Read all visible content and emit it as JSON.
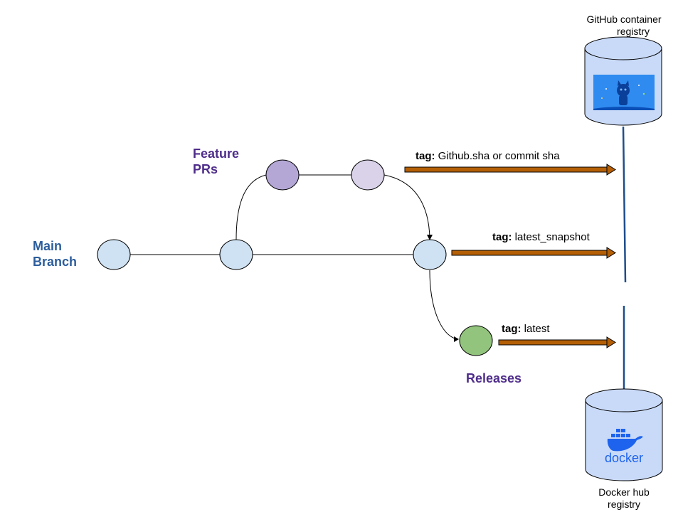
{
  "colors": {
    "main_node": "#cfe2f3",
    "feature_node_1": "#b4a7d6",
    "feature_node_2": "#d9d2e9",
    "release_node": "#93c47d",
    "arrow": "#b45f06",
    "registry_fill": "#c9daf8",
    "connector": "#1f4e8c",
    "branch_label": "#2c5d9c",
    "feature_label": "#4e2d8b"
  },
  "labels": {
    "main_branch": [
      "Main",
      "Branch"
    ],
    "feature_prs": [
      "Feature",
      "PRs"
    ],
    "releases": "Releases"
  },
  "tags": [
    {
      "key": "tag:",
      "value": "Github.sha or commit sha"
    },
    {
      "key": "tag:",
      "value": "latest_snapshot"
    },
    {
      "key": "tag:",
      "value": "latest"
    }
  ],
  "registries": {
    "github": {
      "name": [
        "GitHub container",
        "registry"
      ],
      "icon": "github-octocat-icon"
    },
    "docker": {
      "name": [
        "Docker hub",
        "registry"
      ],
      "icon": "docker-whale-icon",
      "logo_text": "docker"
    }
  }
}
